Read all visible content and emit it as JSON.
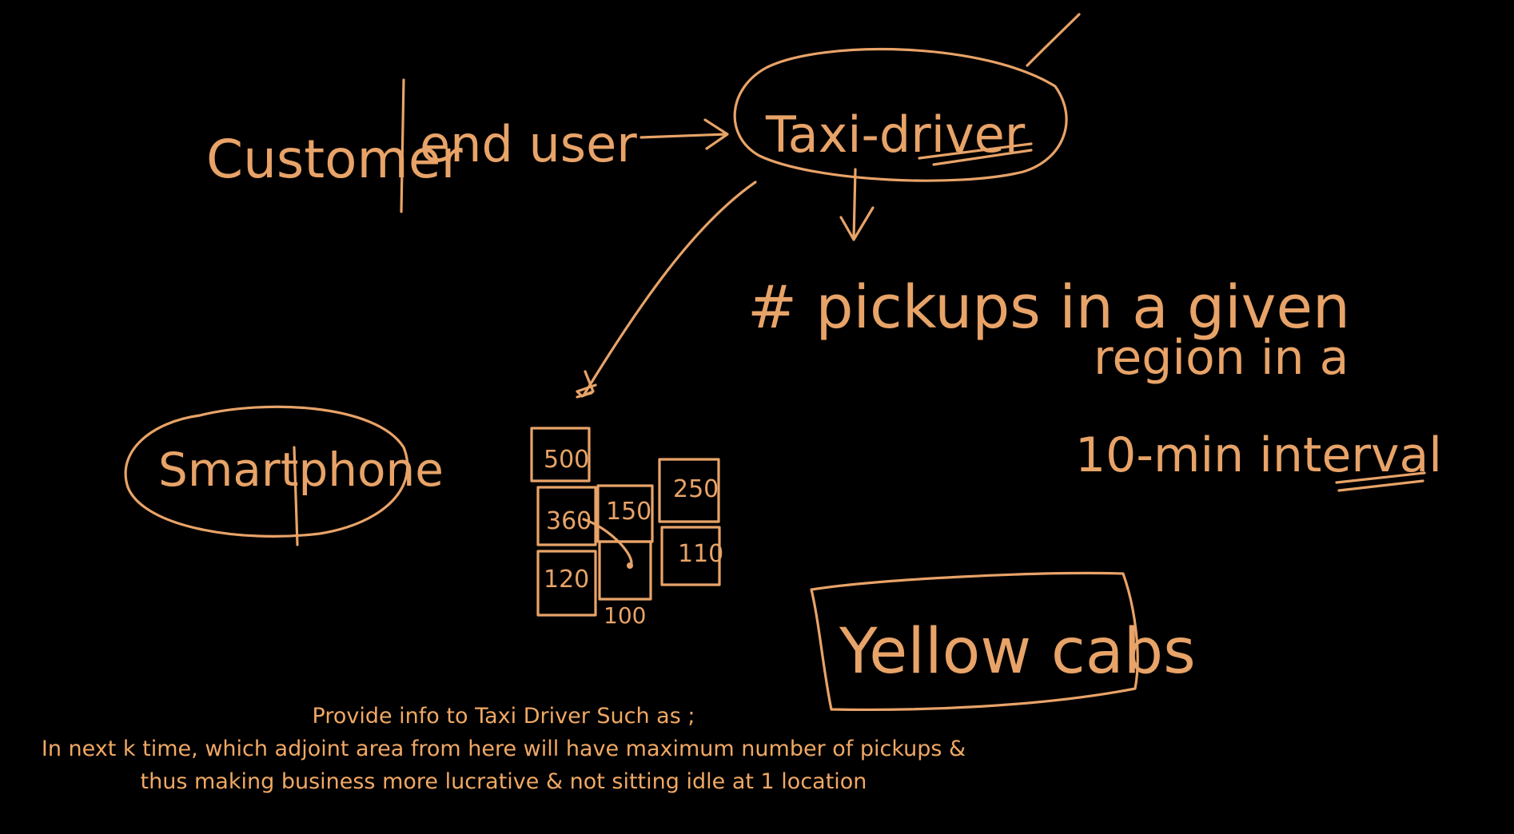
{
  "board": {
    "customer_label": "Customer",
    "end_user_label": "end user",
    "taxi_driver_label": "Taxi-driver",
    "pickups_line1": "# pickups in a given",
    "pickups_line2": "region in a",
    "pickups_line3": "10-min interval",
    "smartphone_label": "Smartphone",
    "yellow_cabs_label": "Yellow cabs",
    "grid_cells": [
      "500",
      "360",
      "150",
      "250",
      "120",
      "110"
    ],
    "grid_note": "100",
    "ink_color": "#e8a368"
  },
  "caption": {
    "line1": "Provide info to Taxi Driver Such as ;",
    "line2": "In next k time, which adjoint area from here will have maximum number of pickups &",
    "line3": "thus making business more lucrative & not sitting idle at 1 location"
  }
}
